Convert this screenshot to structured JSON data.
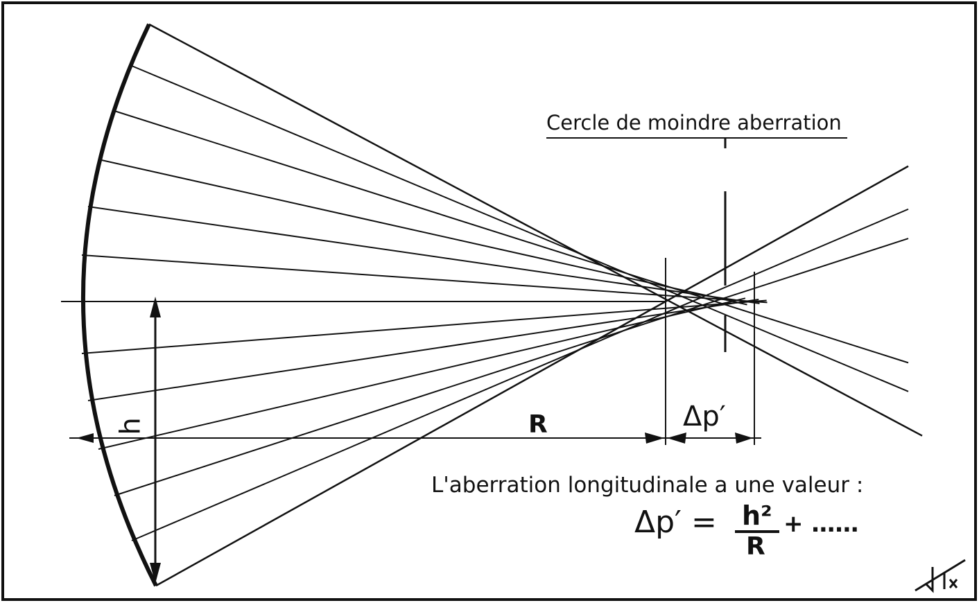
{
  "title": "Cercle de moindre aberration",
  "labels": {
    "h": "h",
    "R": "R",
    "delta": "Δp′"
  },
  "caption": "L'aberration longitudinale a une valeur :",
  "formula": {
    "lhs": "Δp′ =",
    "numerator": "h²",
    "denominator": "R",
    "tail": "+ ……"
  },
  "signature": "J.Ix",
  "colors": {
    "ink": "#111111",
    "paper": "#ffffff"
  }
}
